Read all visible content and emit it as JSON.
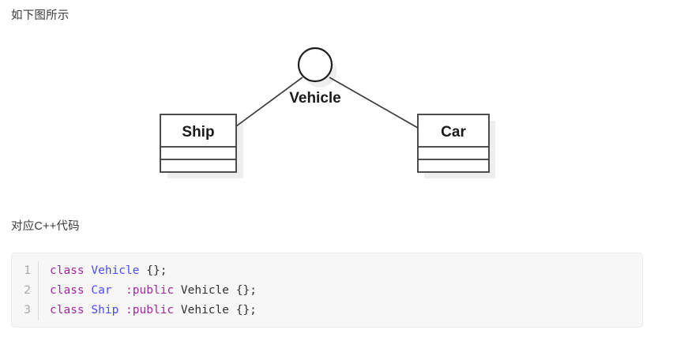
{
  "document": {
    "intro_text": "如下图所示",
    "code_caption": "对应C++代码"
  },
  "diagram": {
    "type": "uml-class-inheritance",
    "base_class_label": "Vehicle",
    "base_shape": "circle",
    "derived_classes": [
      {
        "name": "Ship",
        "compartments": 3
      },
      {
        "name": "Car",
        "compartments": 3
      }
    ],
    "edges": [
      {
        "from": "Vehicle",
        "to": "Ship"
      },
      {
        "from": "Vehicle",
        "to": "Car"
      }
    ],
    "colors": {
      "stroke": "#3a3a3a",
      "fill": "#ffffff",
      "shadow": "#eeeeee",
      "text": "#1a1a1a"
    }
  },
  "code": {
    "language": "cpp",
    "line_numbers": [
      "1",
      "2",
      "3"
    ],
    "lines": [
      {
        "number": "1",
        "tokens": [
          {
            "text": "class ",
            "kind": "keyword"
          },
          {
            "text": "Vehicle",
            "kind": "type"
          },
          {
            "text": " {};",
            "kind": "punct"
          }
        ],
        "plain": "class Vehicle {};"
      },
      {
        "number": "2",
        "tokens": [
          {
            "text": "class ",
            "kind": "keyword"
          },
          {
            "text": "Car",
            "kind": "type"
          },
          {
            "text": "  ",
            "kind": "plain"
          },
          {
            "text": ":public",
            "kind": "keyword"
          },
          {
            "text": " Vehicle {};",
            "kind": "punct"
          }
        ],
        "plain": "class Car  :public Vehicle {};"
      },
      {
        "number": "3",
        "tokens": [
          {
            "text": "class ",
            "kind": "keyword"
          },
          {
            "text": "Ship",
            "kind": "type"
          },
          {
            "text": " ",
            "kind": "plain"
          },
          {
            "text": ":public",
            "kind": "keyword"
          },
          {
            "text": " Vehicle {};",
            "kind": "punct"
          }
        ],
        "plain": "class Ship :public Vehicle {};"
      }
    ],
    "colors": {
      "background": "#f7f7f8",
      "border": "#ececec",
      "keyword": "#a626a4",
      "type": "#4b4bff",
      "plain": "#222222",
      "gutter": "#a9a9a9"
    }
  }
}
